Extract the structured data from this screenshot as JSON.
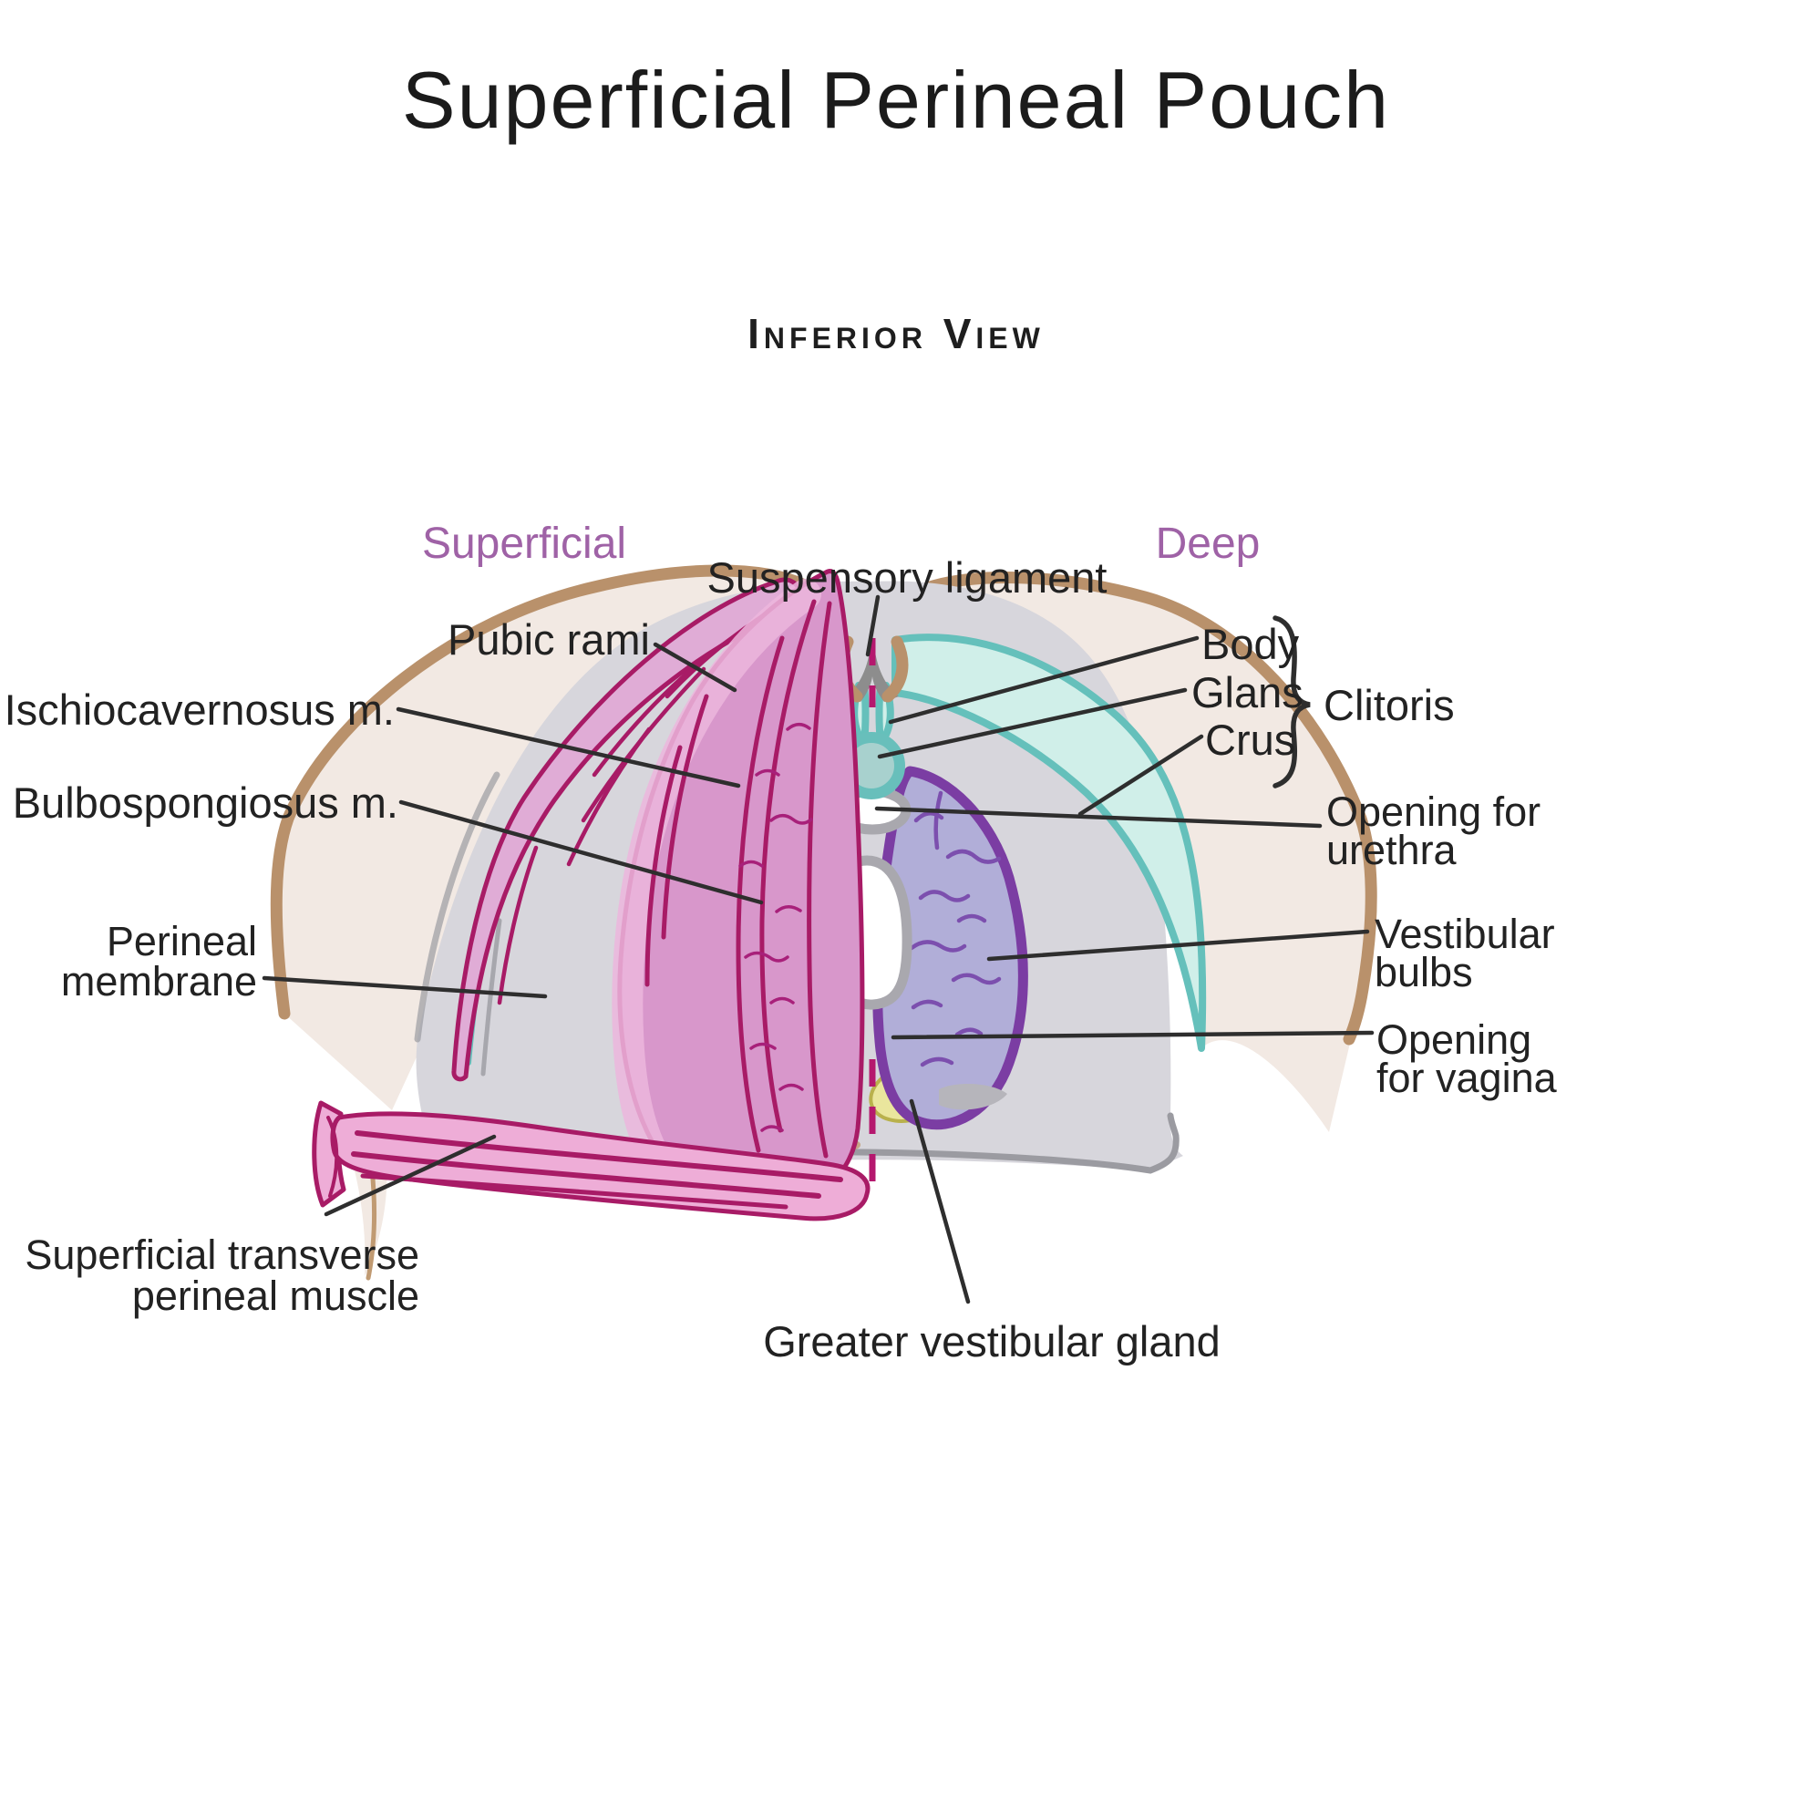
{
  "title": "Superficial Perineal Pouch",
  "subtitle": "Inferior View",
  "legend": {
    "left": "Superficial",
    "right": "Deep"
  },
  "labels": {
    "suspensory_ligament": "Suspensory ligament",
    "pubic_rami": "Pubic rami",
    "ischiocavernosus": "Ischiocavernosus m.",
    "bulbospongiosus": "Bulbospongiosus m.",
    "perineal_membrane_line1": "Perineal",
    "perineal_membrane_line2": "membrane",
    "transverse_line1": "Superficial transverse",
    "transverse_line2": "perineal muscle",
    "greater_vestibular_gland": "Greater vestibular gland",
    "clitoris_body": "Body",
    "clitoris_glans": "Glans",
    "clitoris_crus": "Crus",
    "clitoris": "Clitoris",
    "opening_urethra_line1": "Opening for",
    "opening_urethra_line2": "urethra",
    "vestibular_bulbs_line1": "Vestibular",
    "vestibular_bulbs_line2": "bulbs",
    "opening_vagina_line1": "Opening",
    "opening_vagina_line2": "for vagina"
  },
  "colors": {
    "depth_label_purple": "#9f62a6",
    "skin_outline_tan": "#b9916b",
    "skin_fill_beige": "#f2e9e3",
    "membrane_gray": "#d7d6dc",
    "muscle_pink": "#d897cb",
    "muscle_outline_magenta": "#a81b66",
    "clitoris_teal": "#d0efe9",
    "clitoris_teal_outline": "#65c0bb",
    "vestibular_bulb_lavender": "#b1aed8",
    "vestibular_bulb_purple": "#7b3da3",
    "gland_yellow": "#eae69d",
    "ligament_gray": "#8d8d8d",
    "leader_line": "#2e2e2e",
    "text": "#222222"
  }
}
